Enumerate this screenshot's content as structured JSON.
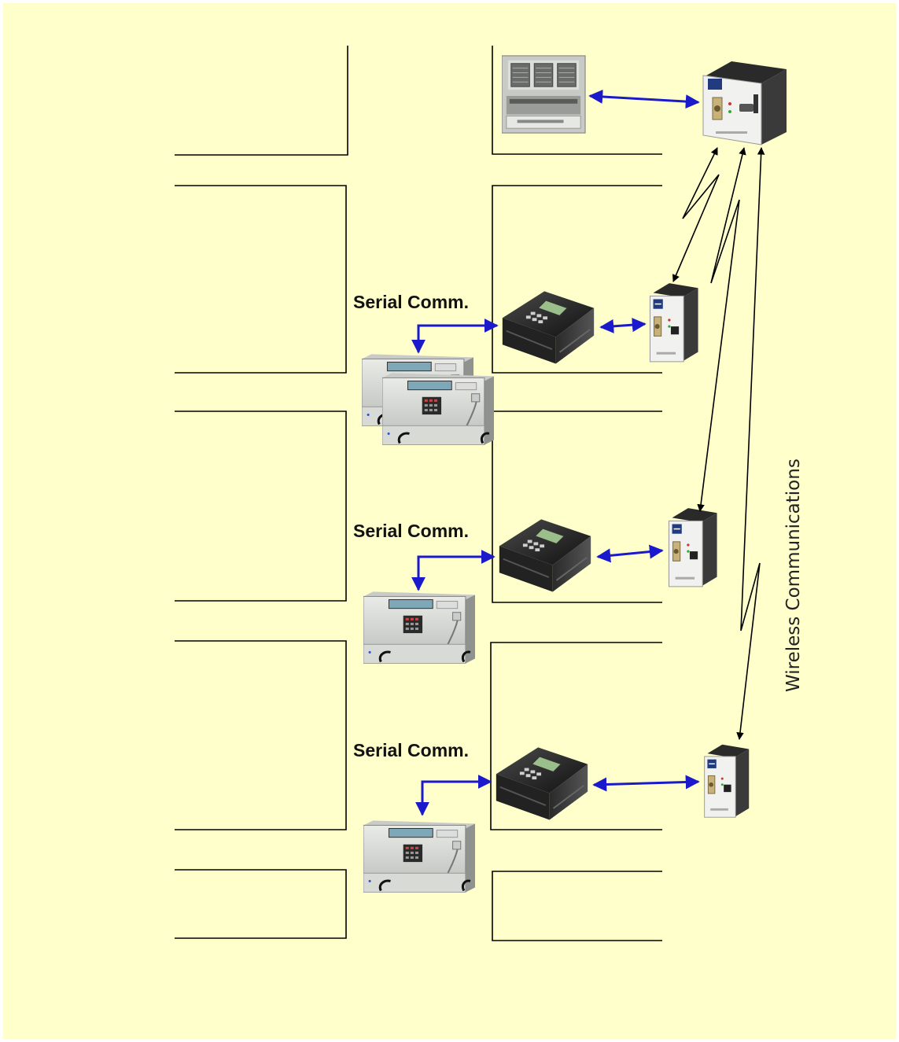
{
  "diagram": {
    "background": "#ffffcc",
    "road_color": "#000000",
    "serial_link_color": "#1a1acc",
    "wireless_link_color": "#000000",
    "labels": {
      "serial_1": "Serial Comm.",
      "serial_2": "Serial Comm.",
      "serial_3": "Serial Comm.",
      "wireless": "Wireless Communications"
    },
    "devices": {
      "master_computer": "master-computer-icon",
      "master_radio": "master-radio-modem-icon",
      "field_radio": "field-radio-modem-icon",
      "field_interface": "field-interface-unit-icon",
      "controller": "traffic-controller-icon"
    }
  }
}
